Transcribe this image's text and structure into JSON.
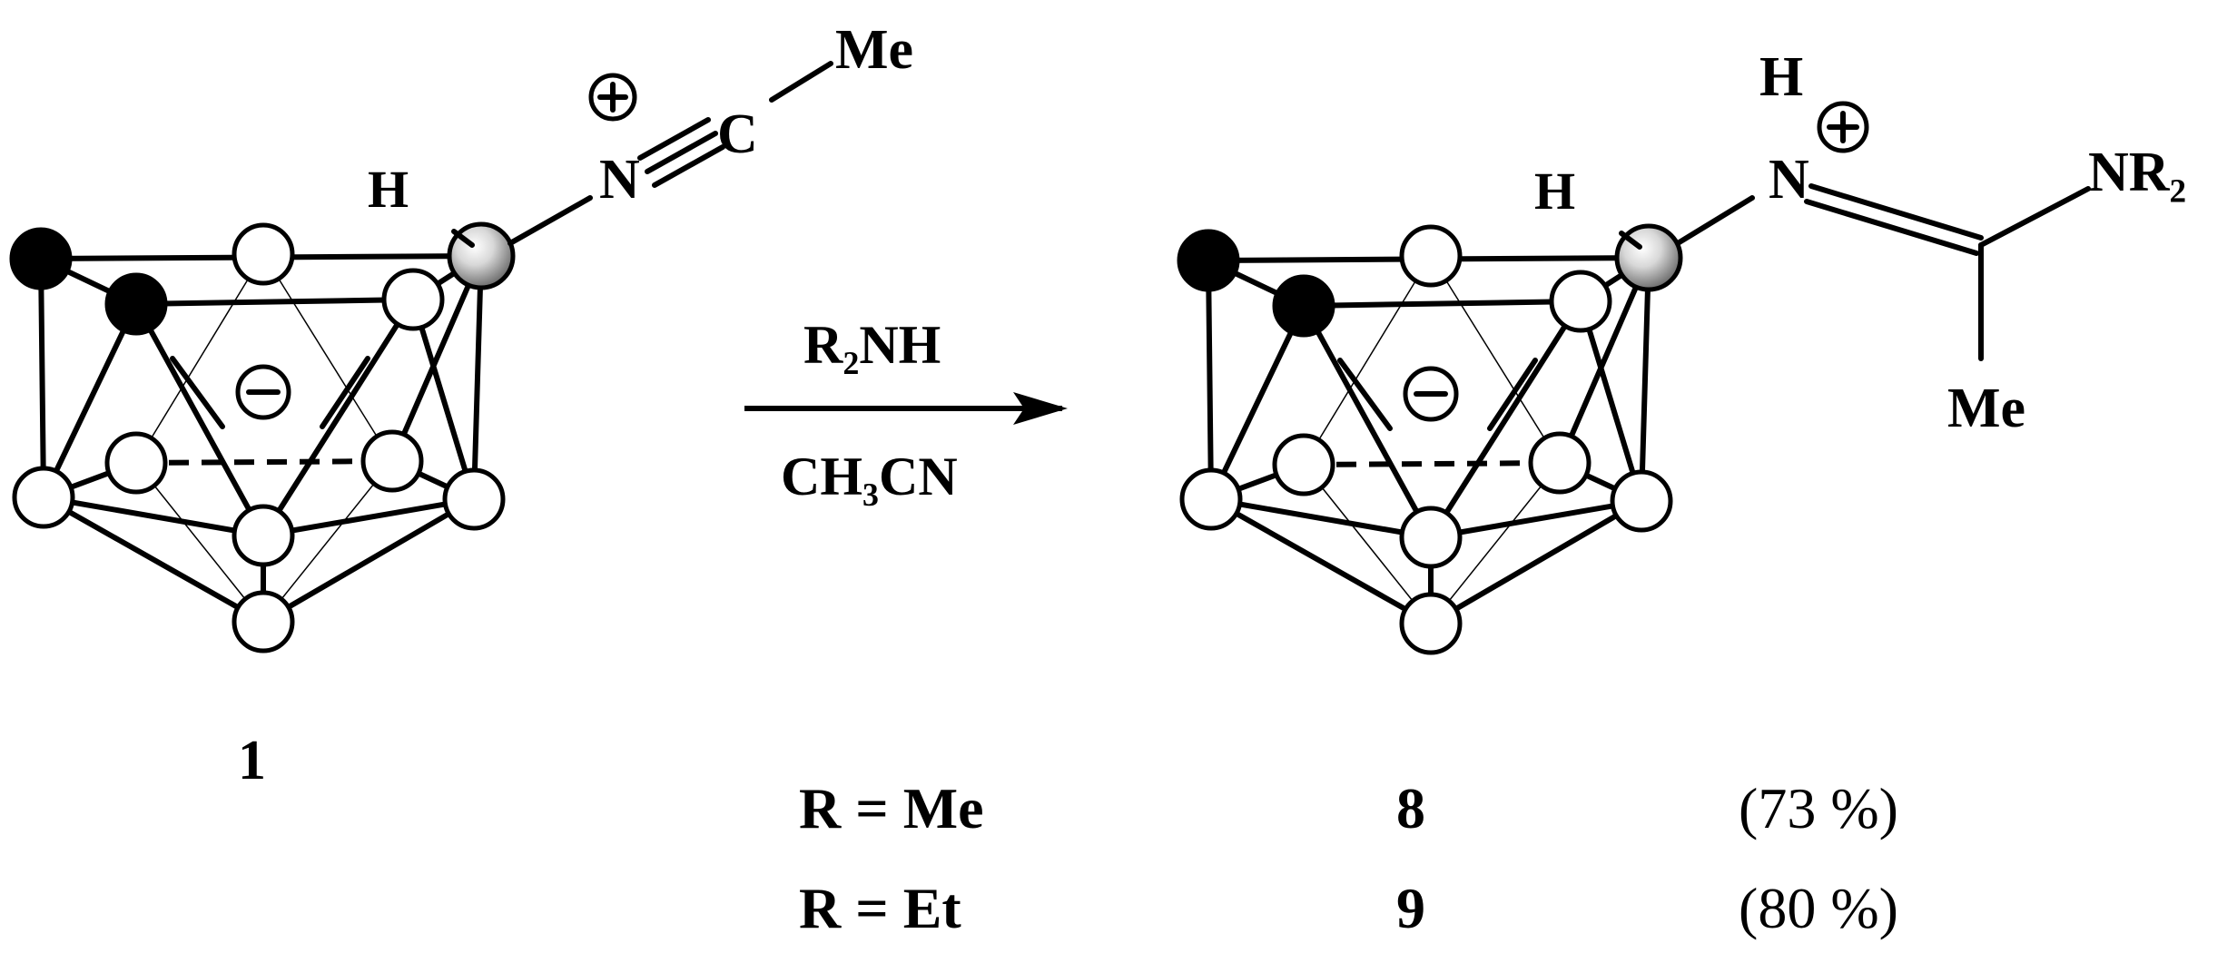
{
  "reactant": {
    "label": "1",
    "substituent_n": "N",
    "substituent_c": "C",
    "substituent_me": "Me",
    "h_label": "H",
    "plus_sign": "+",
    "minus_sign": "−"
  },
  "arrow": {
    "above": "R₂NH",
    "below": "CH₃CN"
  },
  "product": {
    "h_label": "H",
    "n_label": "N",
    "nr2_label": "NR₂",
    "me_label": "Me",
    "plus_sign": "+",
    "minus_sign": "−"
  },
  "results": [
    {
      "condition": "R = Me",
      "compound": "8",
      "yield": "(73 %)"
    },
    {
      "condition": "R = Et",
      "compound": "9",
      "yield": "(80 %)"
    }
  ],
  "colors": {
    "carbon_atom": "#000000",
    "boron_atom": "#ffffff",
    "substituted_atom": "#c8c8c8"
  }
}
